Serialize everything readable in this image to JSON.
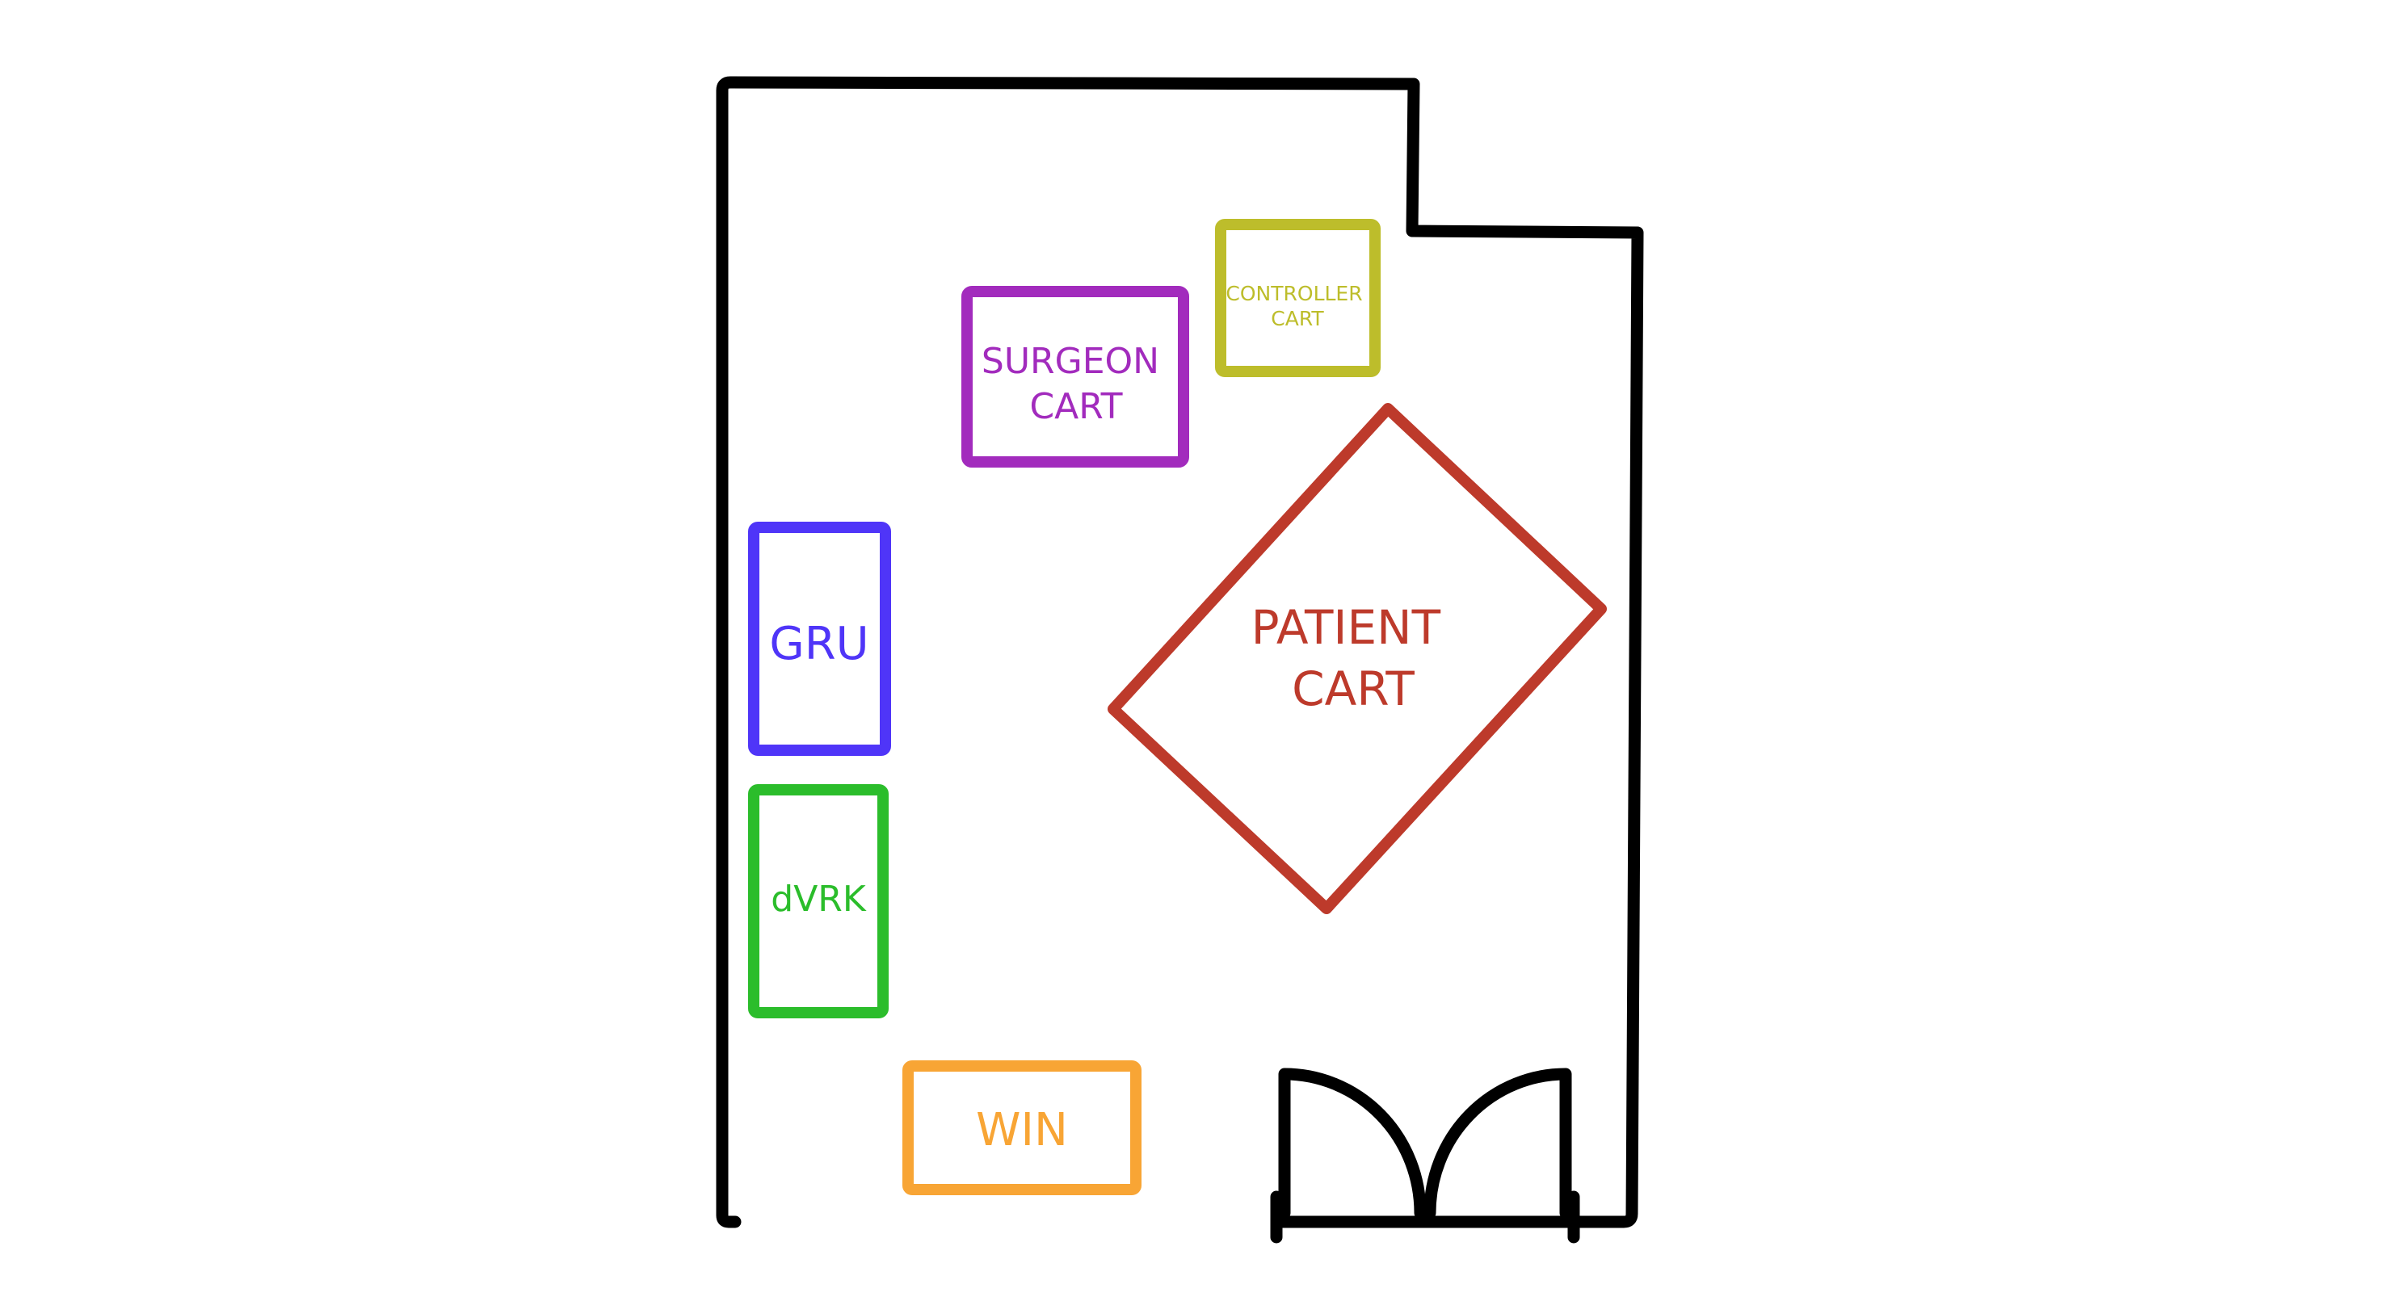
{
  "diagram": {
    "equipment": [
      {
        "id": "surgeon-cart",
        "lines": [
          "SURGEON",
          "CART"
        ],
        "color": "#a22bbd"
      },
      {
        "id": "controller-cart",
        "lines": [
          "CONTROLLER",
          "CART"
        ],
        "color": "#bdbd2b"
      },
      {
        "id": "patient-cart",
        "lines": [
          "PATIENT",
          "CART"
        ],
        "color": "#bd3a2b"
      },
      {
        "id": "gru",
        "lines": [
          "GRU"
        ],
        "color": "#4f35f8"
      },
      {
        "id": "dvrk",
        "lines": [
          "dVRK"
        ],
        "color": "#2bbd2b"
      },
      {
        "id": "win",
        "lines": [
          "WIN"
        ],
        "color": "#f8a535"
      }
    ],
    "wall_color": "#000000"
  }
}
